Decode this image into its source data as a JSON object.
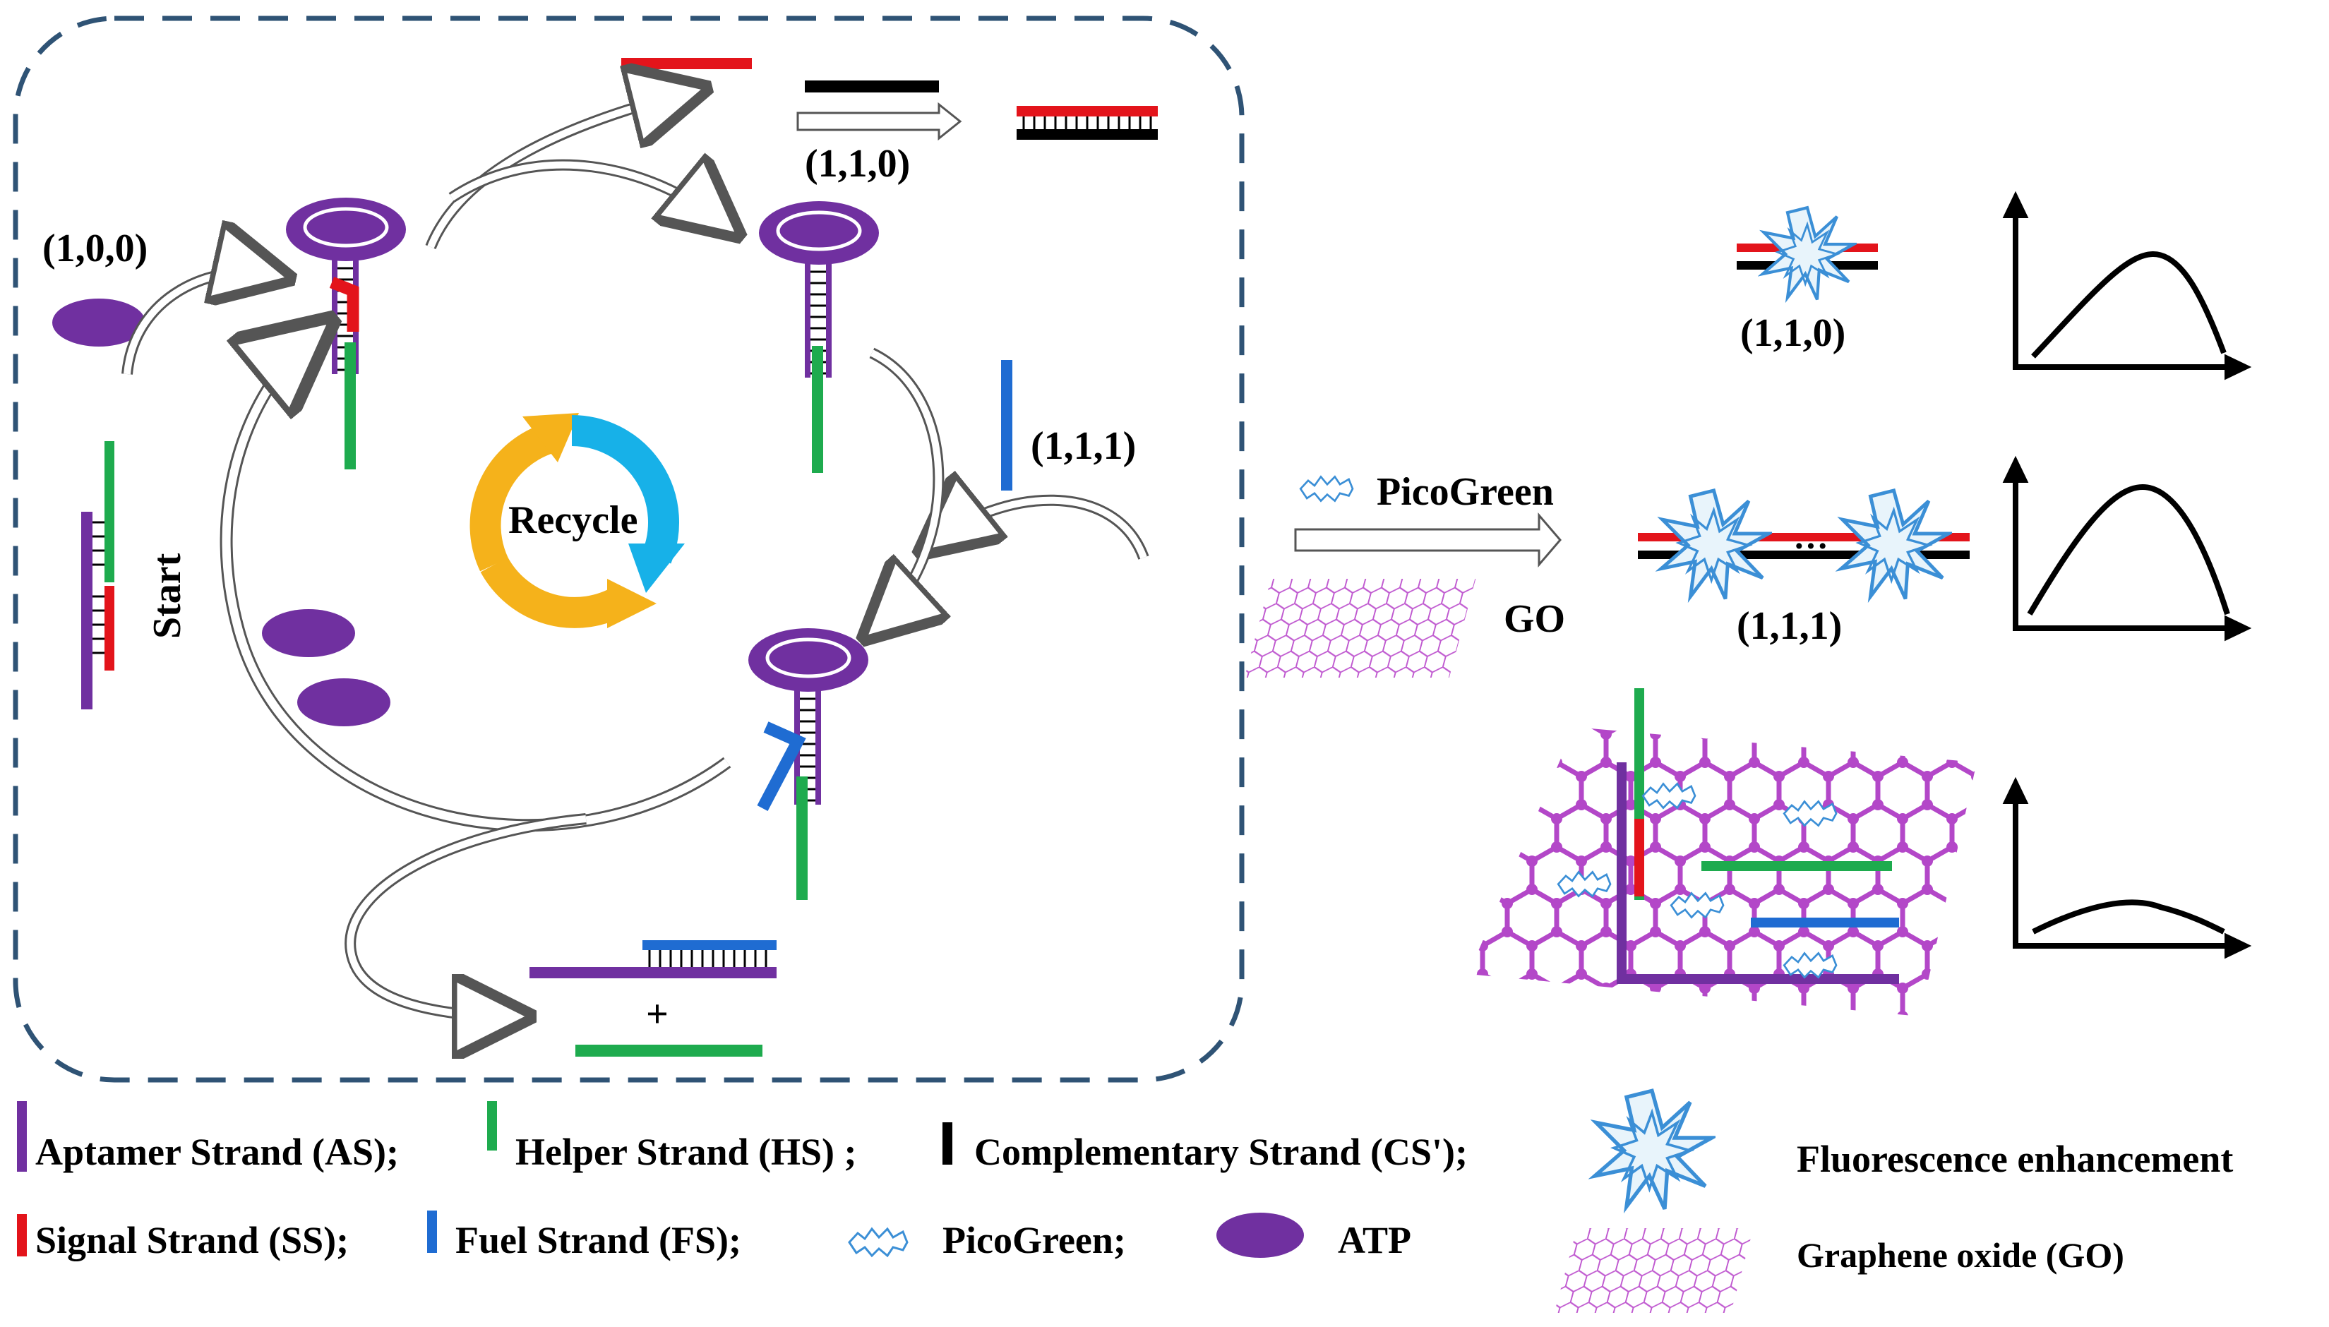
{
  "colors": {
    "aptamer": "#7030a0",
    "helper": "#1eab4e",
    "complementary": "#000000",
    "signal": "#e3141b",
    "fuel": "#1f6cd2",
    "picogreen": "#3b8fd6",
    "atp": "#7030a0",
    "graphene": "#b347c8",
    "recycle_orange": "#f5b21b",
    "recycle_blue": "#17b1e8",
    "frame": "#2f5375"
  },
  "icons": [
    "atp-icon",
    "picogreen-icon",
    "fluorescence-burst-icon",
    "graphene-sheet-icon",
    "recycle-icon"
  ],
  "diagram": {
    "state_100": "(1,0,0)",
    "state_110_top": "(1,1,0)",
    "state_111_mid": "(1,1,1)",
    "start_label": "Start",
    "recycle_label": "Recycle",
    "plus_sign": "+",
    "reagent_picogreen": "PicoGreen",
    "reagent_go": "GO",
    "result_110": "(1,1,0)",
    "result_111": "(1,1,1)",
    "ellipsis": "···"
  },
  "legend": {
    "aptamer_strand": "Aptamer Strand (AS);",
    "helper_strand": "Helper Strand (HS) ;",
    "complementary_strand": "Complementary Strand (CS');",
    "fluorescence": "Fluorescence enhancement",
    "signal_strand": "Signal Strand (SS);",
    "fuel_strand": "Fuel Strand (FS);",
    "picogreen": "PicoGreen;",
    "atp": "ATP",
    "graphene_oxide": "Graphene oxide (GO)"
  }
}
